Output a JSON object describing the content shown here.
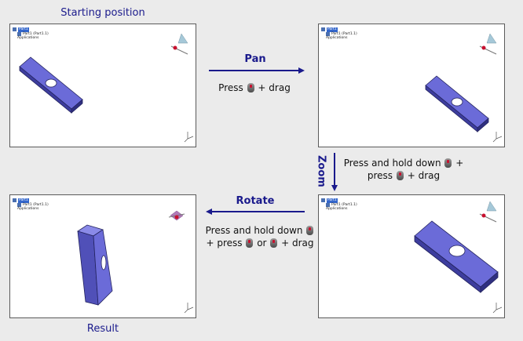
{
  "captions": {
    "start": "Starting position",
    "result": "Result"
  },
  "tree": {
    "root": "Part1",
    "part": "Part1 (Part1.1)",
    "apps": "Applications"
  },
  "operations": {
    "pan": {
      "label": "Pan",
      "press": "Press",
      "plus_drag": "+ drag"
    },
    "zoom": {
      "label": "Zoom",
      "line1": "Press and hold down",
      "plus": "+",
      "press": "press",
      "plus_drag": "+ drag"
    },
    "rotate": {
      "label": "Rotate",
      "line1": "Press and hold down",
      "plus_press": "+ press",
      "or": "or",
      "plus_drag": "+ drag"
    }
  },
  "colors": {
    "arrow": "#1a1a8c",
    "part_top": "#6b6bd8",
    "part_side": "#3d3d9e",
    "part_edge": "#23235e"
  },
  "icons": [
    "compass-icon",
    "axis-icon",
    "mouse-button-icon"
  ]
}
